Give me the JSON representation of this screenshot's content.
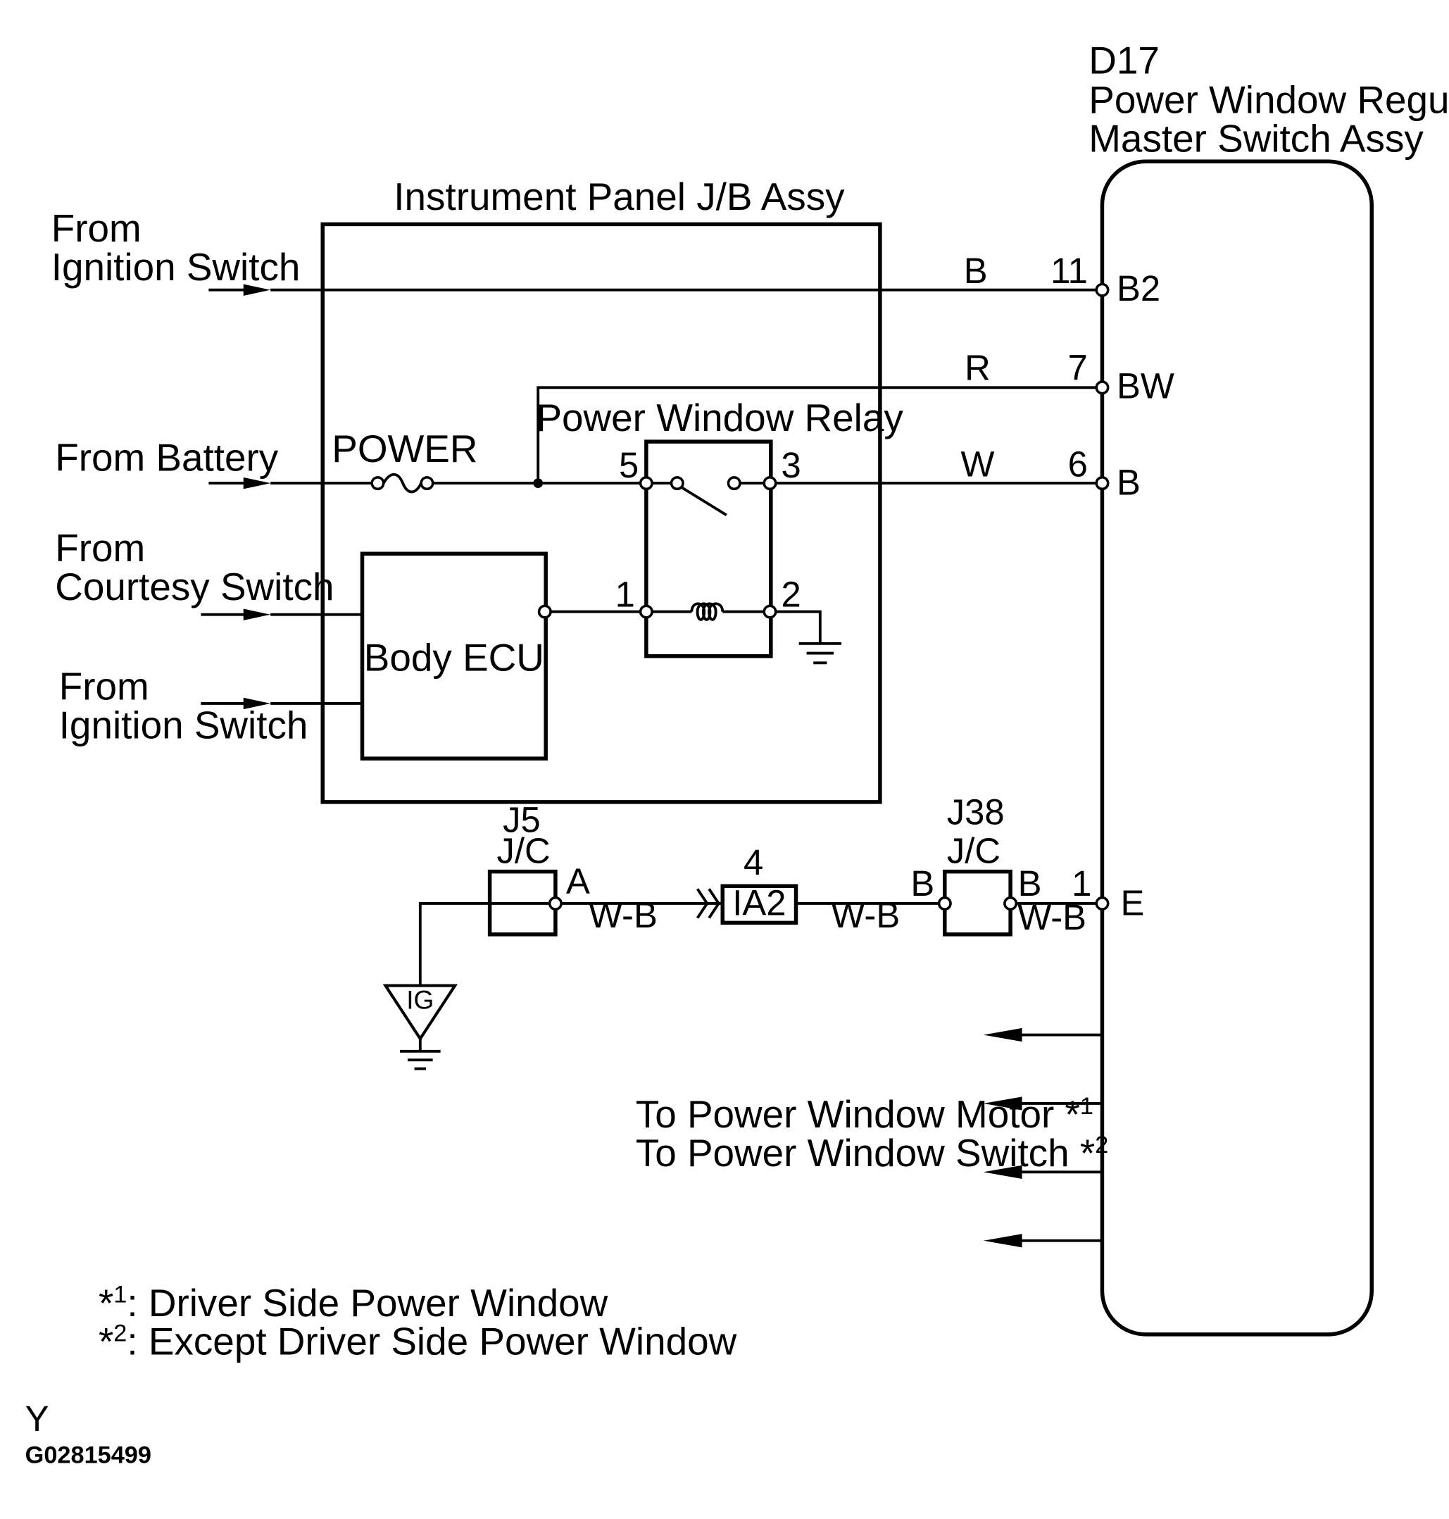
{
  "components": {
    "master_switch": {
      "code": "D17",
      "name_line1": "Power Window Regulator",
      "name_line2": "Master Switch Assy"
    },
    "junction_block": {
      "name": "Instrument Panel J/B Assy"
    },
    "relay": {
      "name": "Power Window Relay"
    },
    "fuse": {
      "name": "POWER"
    },
    "ecu": {
      "name": "Body ECU"
    },
    "j5": {
      "code": "J5",
      "type": "J/C"
    },
    "j38": {
      "code": "J38",
      "type": "J/C"
    },
    "ia2": {
      "code": "IA2",
      "pin": "4"
    },
    "ground": {
      "code": "IG"
    }
  },
  "inputs": [
    {
      "line1": "From",
      "line2": "Ignition Switch"
    },
    {
      "line1": "From Battery"
    },
    {
      "line1": "From",
      "line2": "Courtesy Switch"
    },
    {
      "line1": "From",
      "line2": "Ignition Switch"
    }
  ],
  "relay_pins": {
    "p5": "5",
    "p3": "3",
    "p1": "1",
    "p2": "2"
  },
  "connector_terminals": [
    {
      "wire_color": "B",
      "pin": "11",
      "terminal": "B2"
    },
    {
      "wire_color": "R",
      "pin": "7",
      "terminal": "BW"
    },
    {
      "wire_color": "W",
      "pin": "6",
      "terminal": "B"
    },
    {
      "wire_color": "W-B",
      "pin": "1",
      "terminal": "E"
    }
  ],
  "ground_circuit": {
    "j5_terminal": "A",
    "j38_in": "B",
    "j38_out": "B",
    "wire_a": "W-B",
    "wire_b": "W-B"
  },
  "outputs": {
    "motor": {
      "text": "To Power Window Motor *",
      "note": "1"
    },
    "switch": {
      "text": "To Power Window Switch *",
      "note": "2"
    }
  },
  "footnotes": [
    {
      "mark": "*",
      "num": "1",
      "text": ": Driver Side Power Window"
    },
    {
      "mark": "*",
      "num": "2",
      "text": ": Except Driver Side Power Window"
    }
  ],
  "figure": {
    "code": "Y",
    "id": "G02815499"
  }
}
